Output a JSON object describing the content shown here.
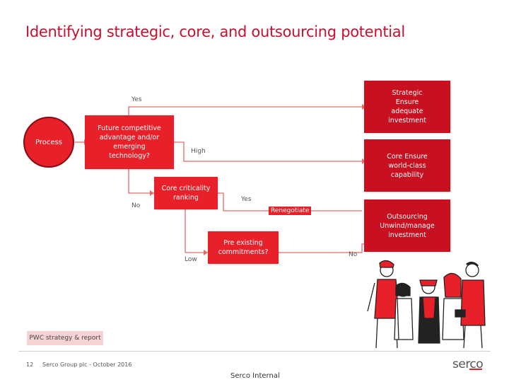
{
  "title": "Identifying strategic, core, and outsourcing potential",
  "nodes": {
    "process": "Process",
    "question1": "Future competitive advantage and/or emerging technology?",
    "question2": "Core criticality ranking",
    "question3": "Pre existing commitments?",
    "strategic": "Strategic Ensure adequate investment",
    "core": "Core Ensure world-class capability",
    "outsourcing": "Outsourcing Unwind/manage investment",
    "renegotiate": "Renegotiate"
  },
  "edge_labels": {
    "yes1": "Yes",
    "no1": "No",
    "high": "High",
    "low": "Low",
    "yes2": "Yes",
    "no2": "No"
  },
  "source": "PWC strategy & report",
  "footer": {
    "page": "12",
    "company": "Serco Group plc - October 2016",
    "classification": "Serco Internal",
    "logo": "serco"
  },
  "colors": {
    "accent": "#e8202a",
    "title": "#c8102e"
  }
}
